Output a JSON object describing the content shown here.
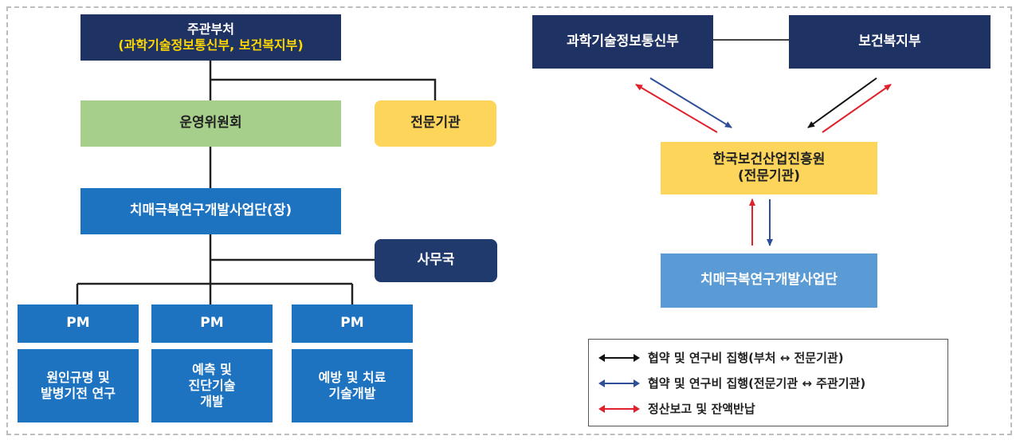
{
  "left_chart": {
    "ministry_title": "주관부처",
    "ministry_sub": "(과학기술정보통신부, 보건복지부)",
    "committee": "운영위원회",
    "agency": "전문기관",
    "director": "치매극복연구개발사업단(장)",
    "office": "사무국",
    "pm_label": "PM",
    "areas": [
      "원인규명 및\n발병기전 연구",
      "예측 및\n진단기술\n개발",
      "예방 및 치료\n기술개발"
    ]
  },
  "right_chart": {
    "ministry_a": "과학기술정보통신부",
    "ministry_b": "보건복지부",
    "agency_name": "한국보건산업진흥원",
    "agency_role": "(전문기관)",
    "program": "치매극복연구개발사업단"
  },
  "legend": [
    {
      "color": "#111111",
      "text": "협약 및 연구비 집행(부처 ↔ 전문기관)"
    },
    {
      "color": "#2f4f9a",
      "text": "협약 및 연구비 집행(전문기관 ↔ 주관기관)"
    },
    {
      "color": "#e0202a",
      "text": "정산보고 및 잔액반납"
    }
  ]
}
